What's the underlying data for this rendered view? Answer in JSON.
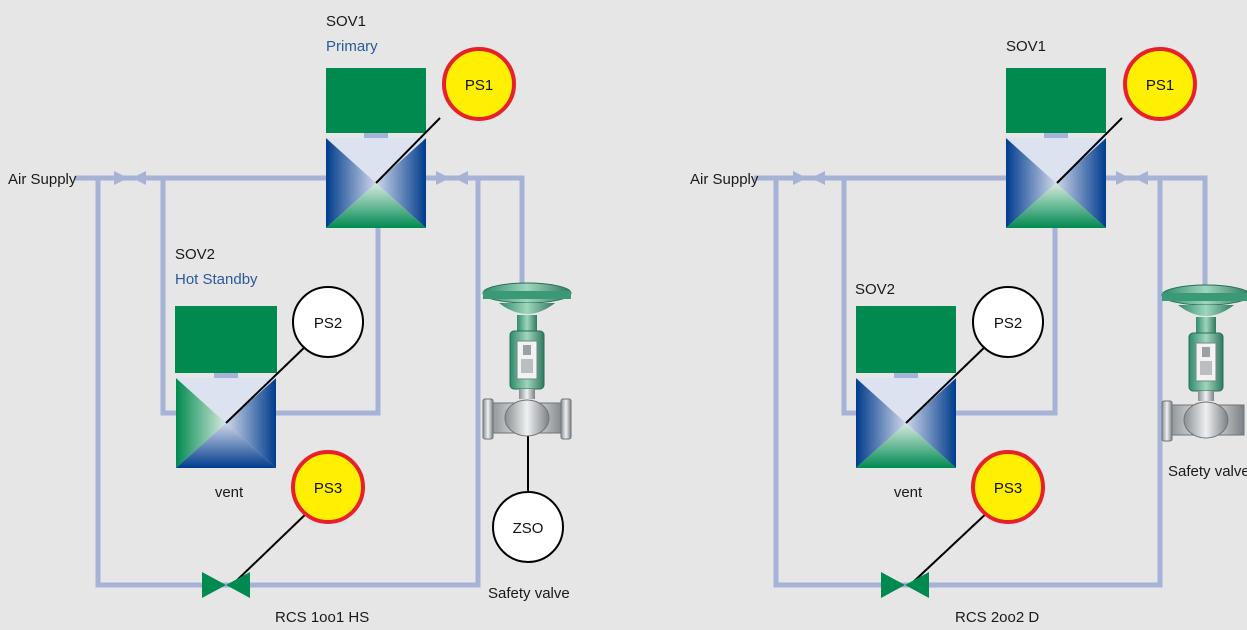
{
  "diagrams": [
    {
      "caption": "RCS 1oo1 HS",
      "air_supply": "Air Supply",
      "sov1": {
        "name": "SOV1",
        "role": "Primary"
      },
      "sov2": {
        "name": "SOV2",
        "role": "Hot Standby"
      },
      "ps1": "PS1",
      "ps2": "PS2",
      "ps3": "PS3",
      "zso": "ZSO",
      "vent": "vent",
      "safety_valve": "Safety valve"
    },
    {
      "caption": "RCS 2oo2 D",
      "air_supply": "Air Supply",
      "sov1": {
        "name": "SOV1"
      },
      "sov2": {
        "name": "SOV2"
      },
      "ps1": "PS1",
      "ps2": "PS2",
      "ps3": "PS3",
      "vent": "vent",
      "safety_valve": "Safety valve"
    }
  ],
  "colors": {
    "background": "#e6e6e6",
    "pipe": "#a6b3d6",
    "actuator_green": "#008a50",
    "valve_blue": "#003c8c",
    "pressure_switch_fill_active": "#ffef00",
    "pressure_switch_border_active": "#e8202a"
  },
  "icons": [
    "valve-actuator-icon",
    "safety-valve-icon",
    "pressure-switch-icon",
    "check-valve-icon"
  ]
}
